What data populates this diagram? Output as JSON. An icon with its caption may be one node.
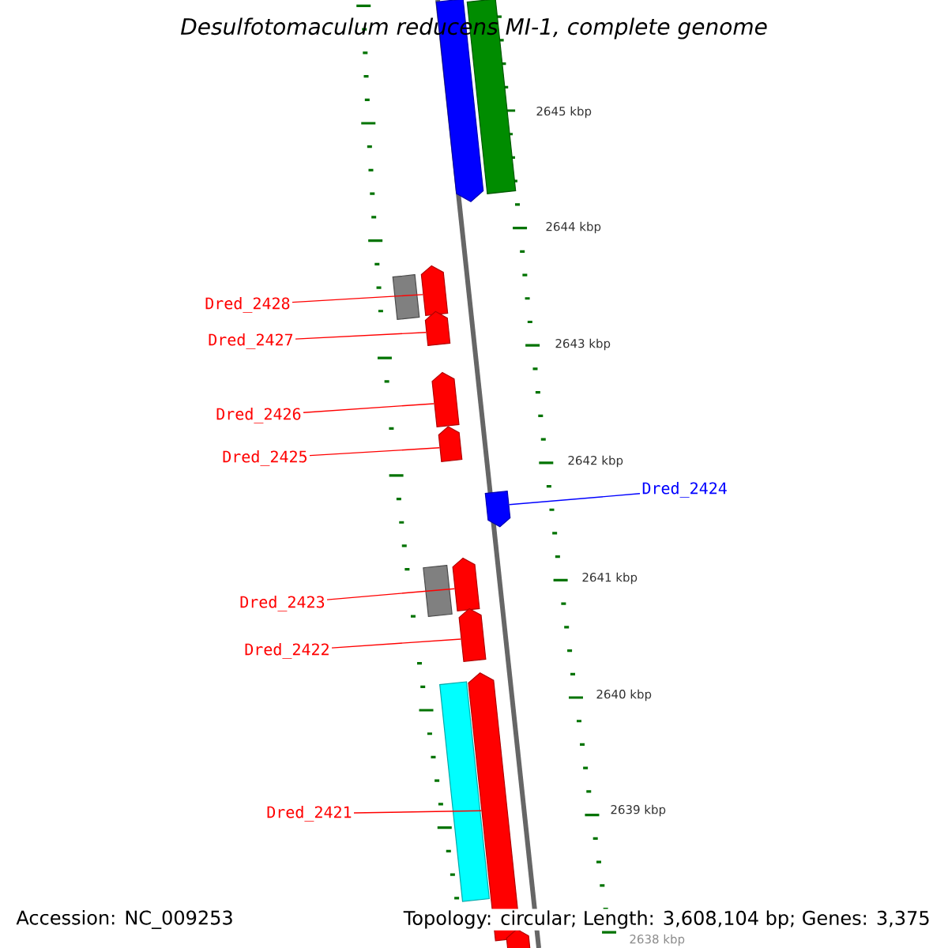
{
  "diagram": {
    "title": "Desulfotomaculum reducens MI-1, complete genome",
    "nodes": [
      {
        "text": [],
        "shape": "arrow"
      },
      {
        "text": [],
        "shape": "box"
      },
      {
        "text": [
          "Dred_2428"
        ]
      },
      {
        "text": [],
        "shape": "box"
      },
      {
        "text": [],
        "shape": "arrow"
      },
      {
        "text": [
          "Dred_2427"
        ]
      },
      {
        "text": [],
        "shape": "arrow"
      },
      {
        "text": [
          "Dred_2426"
        ]
      },
      {
        "text": [],
        "shape": "arrow"
      },
      {
        "text": [
          "Dred_2425"
        ]
      },
      {
        "text": [],
        "shape": "arrow"
      },
      {
        "text": [],
        "shape": "arrow"
      },
      {
        "text": [
          "Dred_2424"
        ]
      },
      {
        "text": [
          "Dred_2423"
        ]
      },
      {
        "text": [],
        "shape": "box"
      },
      {
        "text": [],
        "shape": "arrow"
      },
      {
        "text": [
          "Dred_2422"
        ]
      },
      {
        "text": [],
        "shape": "arrow"
      },
      {
        "text": [],
        "shape": "box"
      },
      {
        "text": [
          "Dred_2421"
        ]
      },
      {
        "text": [],
        "shape": "arrow"
      },
      {
        "text": [],
        "shape": "arrow"
      }
    ],
    "edges": [
      {
        "from": 2,
        "to": 4,
        "arrow": "none"
      },
      {
        "from": 5,
        "to": 6,
        "arrow": "none"
      },
      {
        "from": 7,
        "to": 8,
        "arrow": "none"
      },
      {
        "from": 9,
        "to": 10,
        "arrow": "none"
      },
      {
        "from": 12,
        "to": 11,
        "arrow": "none",
        "color": "#0000ff"
      },
      {
        "from": 13,
        "to": 15,
        "arrow": "none"
      },
      {
        "from": 16,
        "to": 17,
        "arrow": "none"
      },
      {
        "from": 19,
        "to": 20,
        "arrow": "none"
      }
    ],
    "labels": [
      "2645 kbp",
      "2644 kbp",
      "2643 kbp",
      "2642 kbp",
      "2641 kbp",
      "2640 kbp",
      "2639 kbp",
      "2638 kbp",
      "Accession: NC_009253",
      "Topology: circular; Length: 3,608,104 bp; Genes: 3,375"
    ]
  }
}
